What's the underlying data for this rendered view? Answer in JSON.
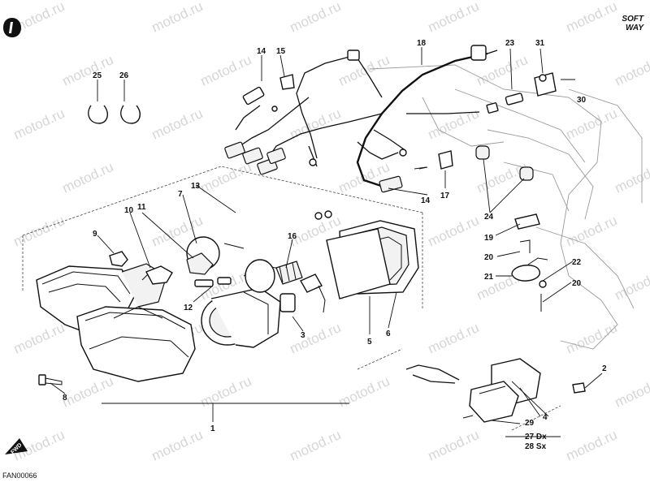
{
  "drawing_code": "FAN00066",
  "brand": {
    "line1": "SOFT",
    "line2": "WAY"
  },
  "watermark": "motod.ru",
  "fwd_label": "FWD",
  "callouts": {
    "c1": "1",
    "c2": "2",
    "c3": "3",
    "c4": "4",
    "c5": "5",
    "c6": "6",
    "c7": "7",
    "c8": "8",
    "c9": "9",
    "c10": "10",
    "c11": "11",
    "c12": "12",
    "c13": "13",
    "c14a": "14",
    "c14b": "14",
    "c15": "15",
    "c16": "16",
    "c17": "17",
    "c18": "18",
    "c19": "19",
    "c20a": "20",
    "c20b": "20",
    "c21": "21",
    "c22": "22",
    "c23": "23",
    "c24": "24",
    "c25": "25",
    "c26": "26",
    "c29": "29",
    "c30": "30",
    "c31": "31",
    "c27": "27 Dx",
    "c28": "28 Sx"
  }
}
